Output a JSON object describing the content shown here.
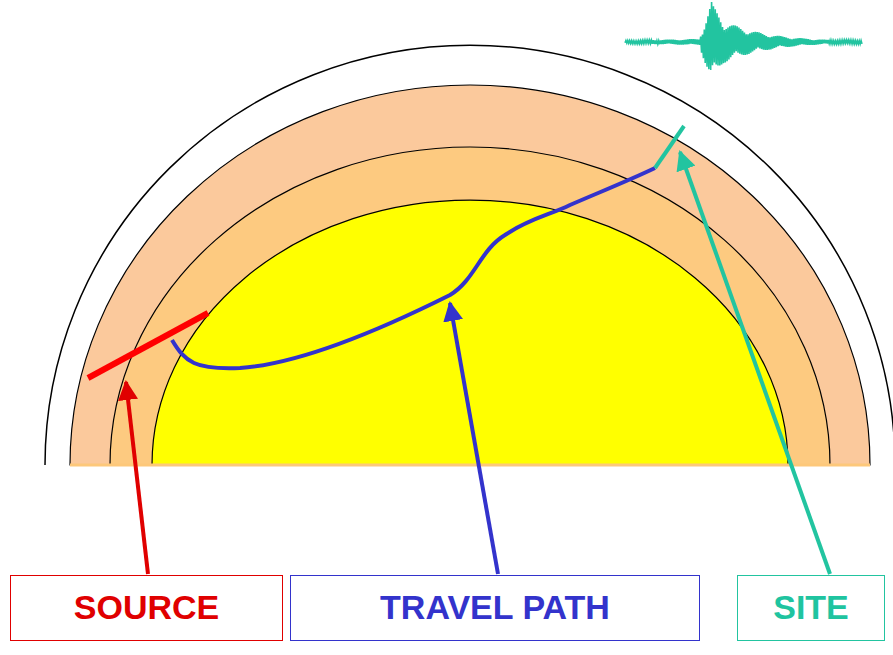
{
  "diagram": {
    "nodes": [
      {
        "text": [
          "SOURCE"
        ]
      },
      {
        "text": [
          "TRAVEL PATH"
        ]
      },
      {
        "text": [
          "SITE"
        ]
      }
    ]
  }
}
